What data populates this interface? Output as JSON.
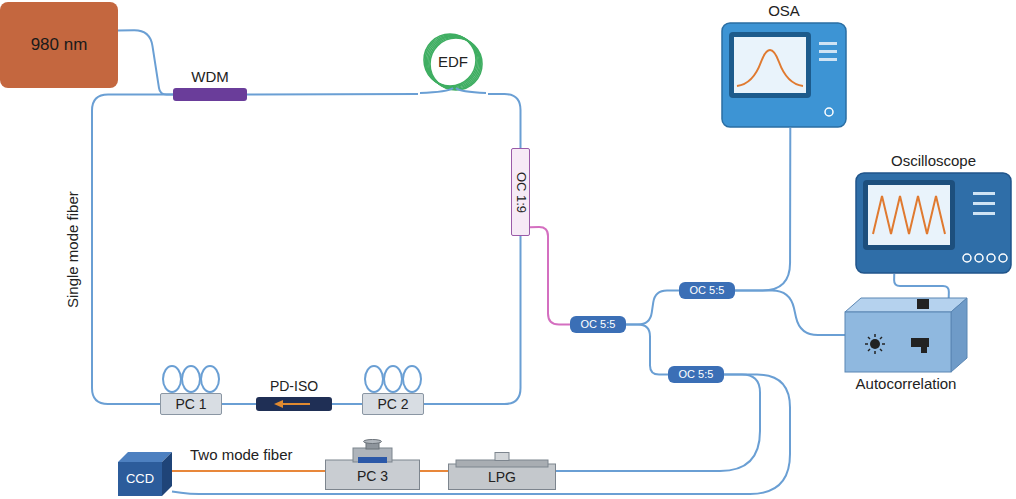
{
  "diagram": {
    "nodes": [
      {
        "text": [
          "980 nm"
        ]
      },
      {
        "text": [
          "WDM"
        ]
      },
      {
        "text": [
          "EDF"
        ]
      },
      {
        "text": [
          "OSA"
        ]
      },
      {
        "text": [
          "OC 1:9"
        ]
      },
      {
        "text": [
          "Oscilloscope"
        ]
      },
      {
        "text": [
          "PC 1"
        ]
      },
      {
        "text": [
          "PD-ISO"
        ]
      },
      {
        "text": [
          "PC 2"
        ]
      },
      {
        "text": [
          "OC 5:5"
        ]
      },
      {
        "text": [
          "OC 5:5"
        ]
      },
      {
        "text": [
          "OC 5:5"
        ]
      },
      {
        "text": [
          "Autocorrelation"
        ]
      },
      {
        "text": [
          "CCD"
        ]
      },
      {
        "text": [
          "PC 3"
        ]
      },
      {
        "text": [
          "LPG"
        ]
      }
    ],
    "edges": [
      {
        "from": 0,
        "to": 1,
        "arrow": "none"
      },
      {
        "from": 1,
        "to": 2,
        "arrow": "none"
      },
      {
        "from": 2,
        "to": 4,
        "arrow": "none"
      },
      {
        "from": 4,
        "to": 8,
        "arrow": "none"
      },
      {
        "from": 8,
        "to": 7,
        "arrow": "none"
      },
      {
        "from": 7,
        "to": 6,
        "arrow": "none"
      },
      {
        "from": 6,
        "to": 1,
        "arrow": "none"
      },
      {
        "from": 4,
        "to": 9,
        "arrow": "none"
      },
      {
        "from": 9,
        "to": 10,
        "arrow": "none"
      },
      {
        "from": 9,
        "to": 11,
        "arrow": "none"
      },
      {
        "from": 10,
        "to": 3,
        "arrow": "none"
      },
      {
        "from": 10,
        "to": 12,
        "arrow": "none"
      },
      {
        "from": 12,
        "to": 5,
        "arrow": "none"
      },
      {
        "from": 11,
        "to": 15,
        "arrow": "none"
      },
      {
        "from": 15,
        "to": 14,
        "arrow": "none"
      },
      {
        "from": 14,
        "to": 13,
        "arrow": "none"
      },
      {
        "from": 11,
        "to": 13,
        "arrow": "none"
      }
    ],
    "labels": [
      "Single mode fiber",
      "Two mode fiber"
    ]
  }
}
